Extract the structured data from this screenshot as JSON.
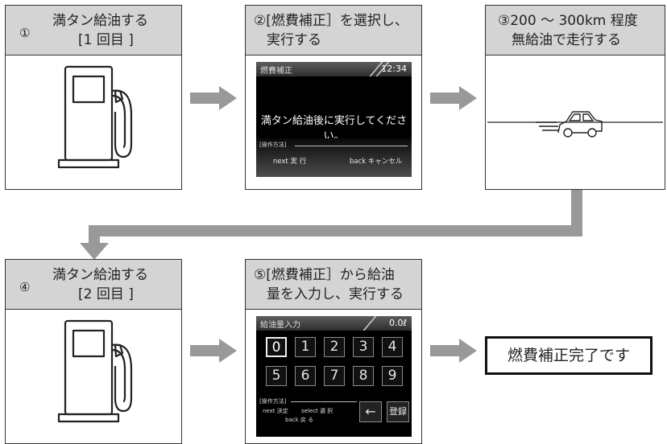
{
  "steps": [
    {
      "num": "①",
      "line1": "満タン給油する",
      "line2": "[1 回目 ]"
    },
    {
      "line1": "②[燃費補正］を選択し、",
      "line2": "実行する"
    },
    {
      "line1": "③200 ～ 300km 程度",
      "line2": "無給油で走行する"
    },
    {
      "num": "④",
      "line1": "満タン給油する",
      "line2": "[2 回目 ]"
    },
    {
      "line1": "⑤[燃費補正］から給油",
      "line2": "量を入力し、実行する"
    }
  ],
  "screen_fuel_correction": {
    "title": "燃費補正",
    "time": "12:34",
    "message": "満タン給油後に実行してください。",
    "method_label": "[操作方法]",
    "next_action": "next 実 行",
    "back_action": "back キャンセル"
  },
  "screen_fuel_input": {
    "title": "給油量入力",
    "value": "0.0ℓ",
    "keys_row1": [
      "0",
      "1",
      "2",
      "3",
      "4"
    ],
    "keys_row2": [
      "5",
      "6",
      "7",
      "8",
      "9"
    ],
    "method_label": "[操作方法]",
    "next_action": "next 決定",
    "select_action": "select 選 択",
    "back_action": "back 戻 る",
    "arrow_key": "←",
    "register_key": "登録"
  },
  "result_label": "燃費補正完了です",
  "icons": {
    "pump": "fuel-pump-icon",
    "car": "car-icon",
    "arrow": "right-arrow-icon",
    "connector": "down-left-connector-arrow"
  },
  "colors": {
    "header_bg": "#d4d4d4",
    "arrow": "#999999",
    "screen_bg": "#000000"
  }
}
